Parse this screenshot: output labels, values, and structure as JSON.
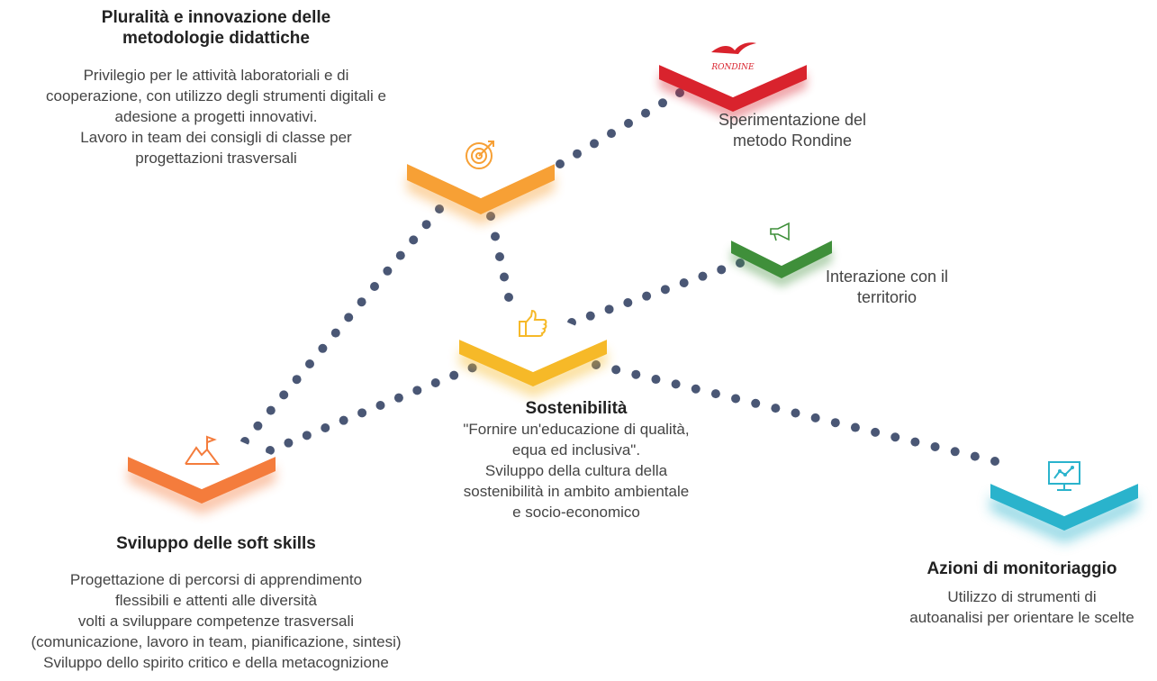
{
  "nodes": {
    "innovation": {
      "title_line1": "Pluralità e innovazione delle",
      "title_line2": "metodologie didattiche",
      "lines": [
        "Privilegio per le attività laboratoriali e di",
        "cooperazione, con utilizzo degli strumenti digitali e",
        "adesione a progetti innovativi.",
        "Lavoro in team dei consigli di classe per",
        "progettazioni trasversali"
      ],
      "color": "#f7a035",
      "icon": "target-icon"
    },
    "rondine": {
      "logo_text": "RONDINE",
      "lines": [
        "Sperimentazione del",
        "metodo Rondine"
      ],
      "color": "#d9232d",
      "icon": "swallow-logo"
    },
    "territory": {
      "lines": [
        "Interazione con il",
        "territorio"
      ],
      "color": "#3f8f3a",
      "icon": "megaphone-icon"
    },
    "sustainability": {
      "title": "Sostenibilità",
      "lines": [
        "\"Fornire un'educazione di qualità,",
        "equa ed inclusiva\".",
        "Sviluppo della cultura della",
        "sostenibilità in ambito ambientale",
        "e socio-economico"
      ],
      "color": "#f6b928",
      "icon": "thumbs-up-icon"
    },
    "soft_skills": {
      "title": "Sviluppo delle soft skills",
      "lines": [
        "Progettazione di percorsi di apprendimento",
        "flessibili e attenti alle diversità",
        "volti a sviluppare competenze trasversali",
        "(comunicazione, lavoro in team, pianificazione, sintesi)",
        "Sviluppo dello spirito critico e della metacognizione"
      ],
      "color": "#f47c3c",
      "icon": "mountain-flag-icon"
    },
    "monitoring": {
      "title": "Azioni di monitoriaggio",
      "lines": [
        "Utilizzo di strumenti di",
        "autoanalisi per orientare le scelte"
      ],
      "color": "#2ab3cc",
      "icon": "monitor-chart-icon"
    }
  },
  "connector_color": "#4a5775"
}
